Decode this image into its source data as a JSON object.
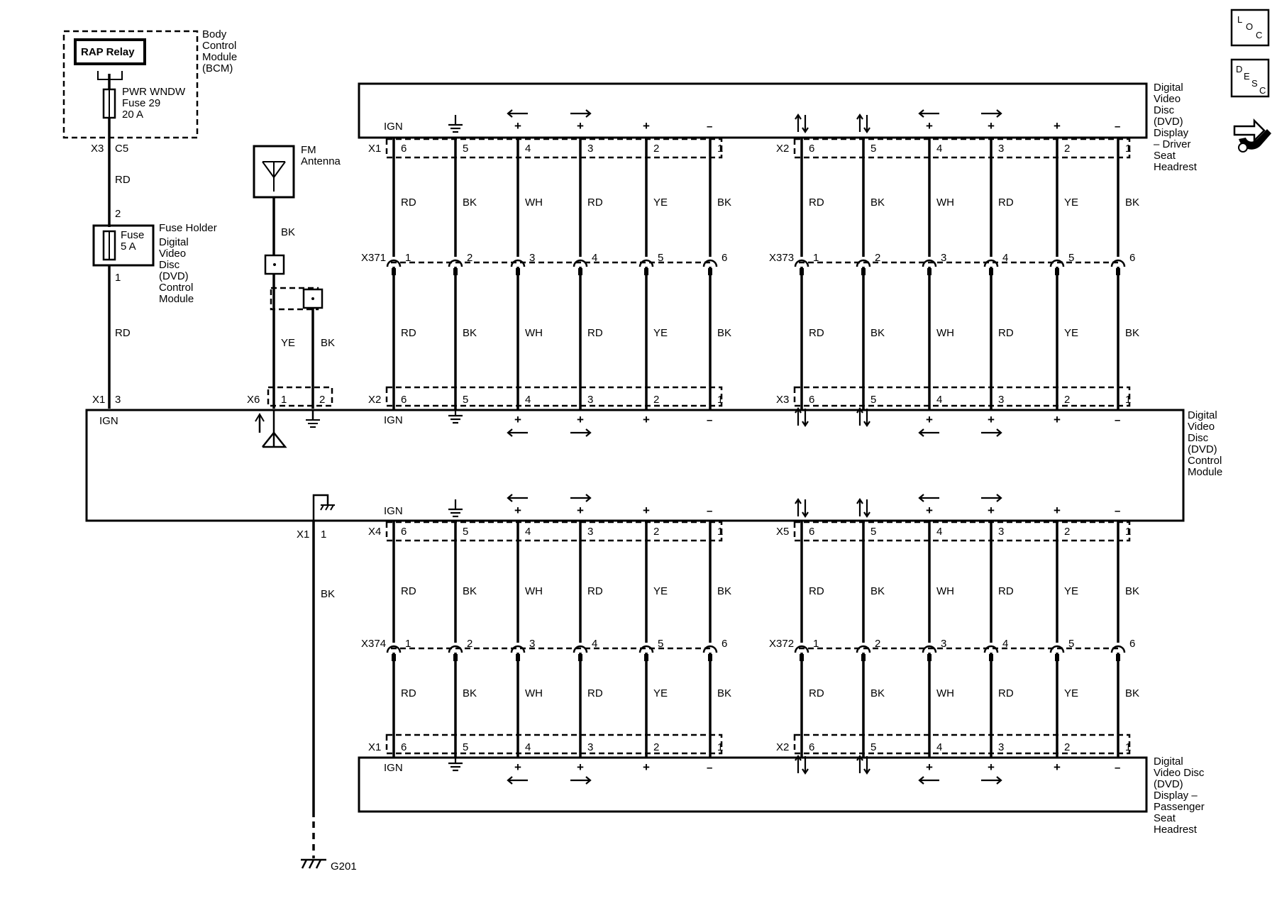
{
  "bcm": {
    "rap_relay": "RAP Relay",
    "label": [
      "Body",
      "Control",
      "Module",
      "(BCM)"
    ],
    "fuse": [
      "PWR WNDW",
      "Fuse 29",
      "20 A"
    ],
    "x3": "X3",
    "c5": "C5"
  },
  "fuse_holder": {
    "wire_top": "RD",
    "pin_top": "2",
    "fuse": [
      "Fuse",
      "5 A"
    ],
    "pin_bottom": "1",
    "wire_bottom": "RD",
    "label": [
      "Fuse Holder",
      "Digital",
      "Video",
      "Disc",
      "(DVD)",
      "Control",
      "Module"
    ]
  },
  "antenna": {
    "label": [
      "FM",
      "Antenna"
    ],
    "wire_bk": "BK",
    "wire_ye": "YE",
    "wire_bk2": "BK"
  },
  "control_module": {
    "label": [
      "Digital",
      "Video",
      "Disc",
      "(DVD)",
      "Control",
      "Module"
    ],
    "x1": "X1",
    "x1_pin": "3",
    "ign": "IGN",
    "x6": "X6",
    "x6_pin1": "1",
    "x6_pin2": "2",
    "ground_conn": "X1",
    "ground_pin": "1",
    "ground_wire": "BK"
  },
  "driver_display": {
    "label": [
      "Digital",
      "Video",
      "Disc",
      "(DVD)",
      "Display",
      "– Driver",
      "Seat",
      "Headrest"
    ]
  },
  "passenger_display": {
    "label": [
      "Digital",
      "Video Disc",
      "(DVD)",
      "Display –",
      "Passenger",
      "Seat",
      "Headrest"
    ]
  },
  "ground": {
    "label": "G201"
  },
  "side_icons": {
    "loc": [
      "L",
      "O",
      "C"
    ],
    "desc": [
      "D",
      "E",
      "S",
      "C"
    ]
  },
  "banks": {
    "wire_colors": [
      "RD",
      "BK",
      "WH",
      "RD",
      "YE",
      "BK"
    ],
    "top_pins": [
      "6",
      "5",
      "4",
      "3",
      "2",
      "1"
    ],
    "inline_pins": [
      "1",
      "2",
      "3",
      "4",
      "5",
      "6"
    ],
    "ign": "IGN",
    "plus": "+",
    "minus": "–",
    "driver_a": {
      "display_conn": "X1",
      "inline": "X371",
      "module_conn": "X2"
    },
    "driver_b": {
      "display_conn": "X2",
      "inline": "X373",
      "module_conn": "X3"
    },
    "pass_a": {
      "module_conn": "X4",
      "inline": "X374",
      "display_conn": "X1"
    },
    "pass_b": {
      "module_conn": "X5",
      "inline": "X372",
      "display_conn": "X2"
    }
  },
  "icons": {
    "arrow_left": "arrow-left-icon",
    "arrow_right": "arrow-right-icon",
    "updown": "up-down-arrows-icon",
    "ground": "ground-icon",
    "antenna": "antenna-icon",
    "fuse": "fuse-icon",
    "wrench": "wrench-icon"
  }
}
